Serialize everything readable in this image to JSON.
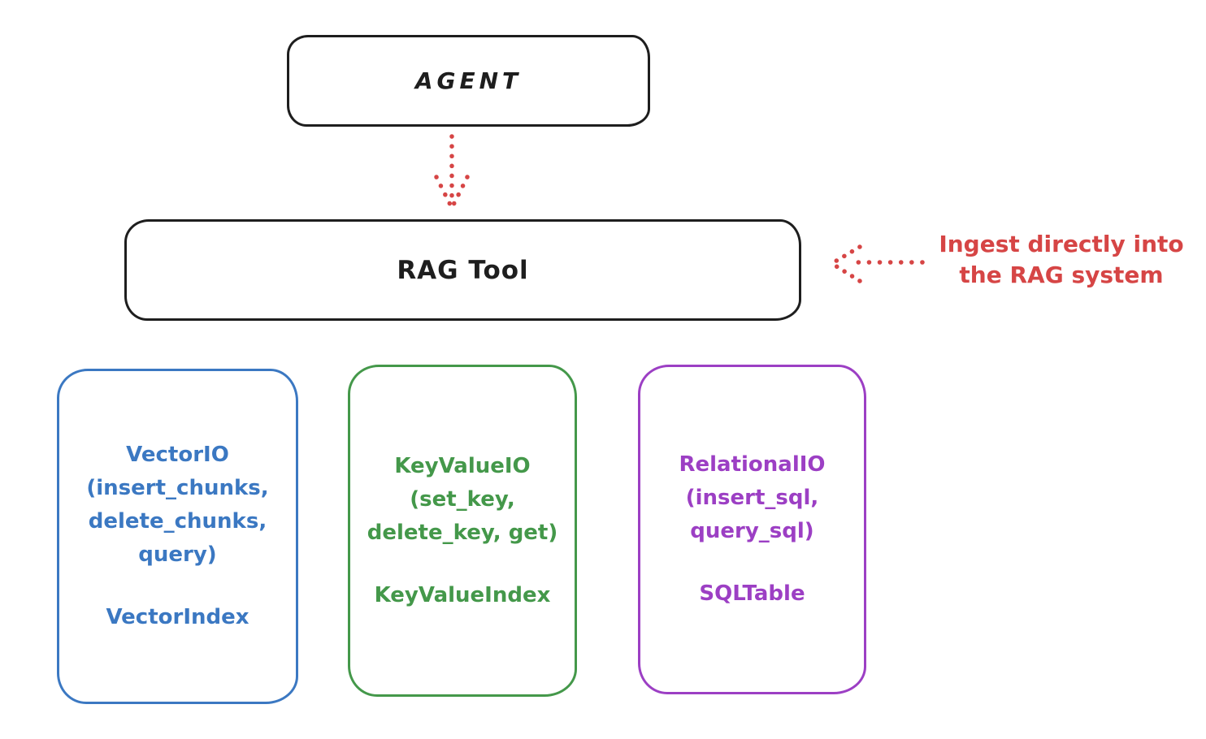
{
  "canvas": {
    "background": "#ffffff",
    "ink": "#1e1e1e"
  },
  "agent_box": {
    "label": "AGENT"
  },
  "rag_tool_box": {
    "label": "RAG Tool"
  },
  "arrows": {
    "color": "#d64545"
  },
  "annotation": {
    "color": "#d64545",
    "line1": "Ingest directly into",
    "line2": "the RAG system"
  },
  "io_boxes": [
    {
      "id": "vector-io",
      "color": "#3b78c2",
      "lines": [
        "VectorIO",
        "(insert_chunks,",
        "delete_chunks,",
        "query)"
      ],
      "footer": "VectorIndex"
    },
    {
      "id": "keyvalue-io",
      "color": "#44984a",
      "lines": [
        "KeyValueIO",
        "(set_key,",
        "delete_key, get)"
      ],
      "footer": "KeyValueIndex"
    },
    {
      "id": "relational-io",
      "color": "#9c3fc4",
      "lines": [
        "RelationalIO",
        "(insert_sql,",
        "query_sql)"
      ],
      "footer": "SQLTable"
    }
  ]
}
